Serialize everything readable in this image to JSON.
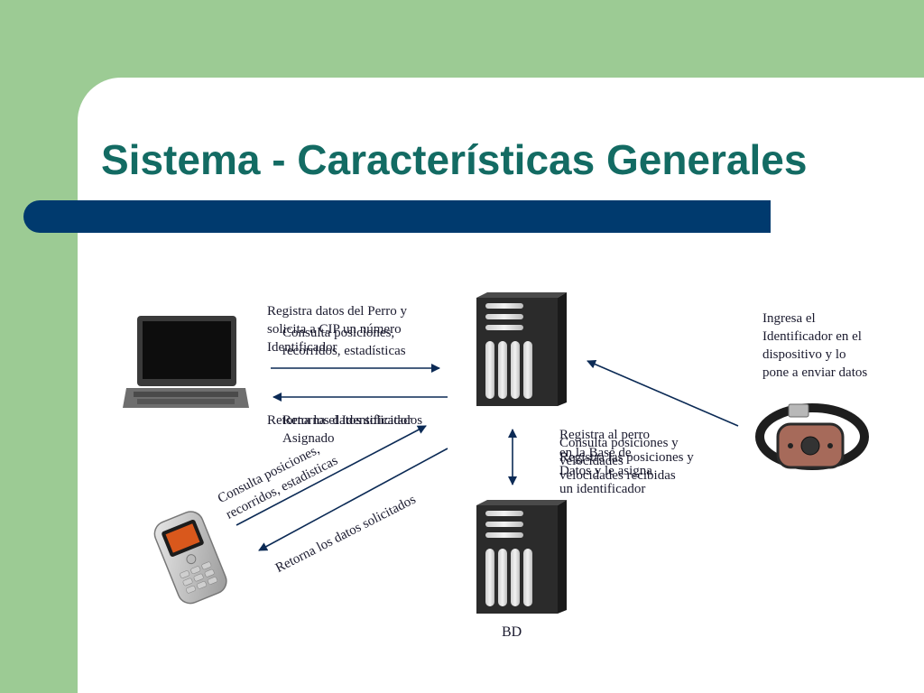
{
  "slide": {
    "title": "Sistema - Características Generales"
  },
  "nodes": {
    "db_label": "BD"
  },
  "labels": {
    "registra_datos": "Registra datos del Perro y\nsolicita a CIP un número\nIdentificador",
    "consulta_posiciones_top": "Consulta posiciones,\nrecorridos, estadísticas",
    "retorna_identificador": "Retorna el Identificador\nAsignado",
    "retorna_datos_top": "Retorna los datos solicitados",
    "consulta_posiciones_phone": "Consulta posiciones,\nrecorridos, estadisticas",
    "retorna_datos_phone": "Retorna los datos solicitados",
    "registra_perro_bd": "Registra al perro\nen la Base de\nDatos y le asigna\nun identificador",
    "consulta_velocidades": "Consulta posiciones y\nvelocidades",
    "registra_posiciones": "Registra las posiciones y\nvelocidades recibidas",
    "ingresa_identificador": "Ingresa el\nIdentificador en el\ndispositivo y lo\npone a enviar datos"
  },
  "colors": {
    "background_green": "#9ccb94",
    "title_teal": "#136b63",
    "bar_navy": "#003a6e",
    "arrow_navy": "#0b2a55"
  },
  "icons": [
    "laptop-icon",
    "server-icon",
    "database-server-icon",
    "mobile-phone-icon",
    "gps-collar-icon"
  ]
}
